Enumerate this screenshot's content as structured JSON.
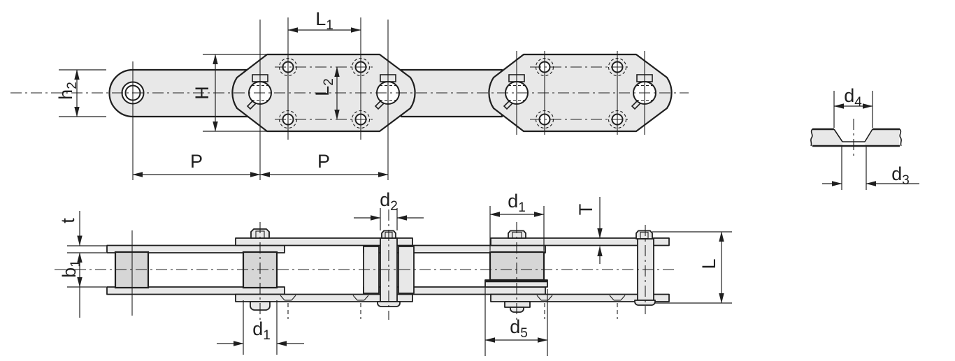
{
  "drawing": {
    "kind": "conveyor-chain-engineering-drawing",
    "colors": {
      "line": "#1f1f1f",
      "dim": "#222222",
      "plate_fill": "#e8e8e8",
      "roller_fill": "#d6d6d6",
      "background": "#ffffff"
    }
  },
  "labels": {
    "h2": {
      "base": "h",
      "sub": "2"
    },
    "H": {
      "base": "H",
      "sub": ""
    },
    "L1": {
      "base": "L",
      "sub": "1"
    },
    "L2": {
      "base": "L",
      "sub": "2"
    },
    "P1": {
      "base": "P",
      "sub": ""
    },
    "P2": {
      "base": "P",
      "sub": ""
    },
    "t": {
      "base": "t",
      "sub": ""
    },
    "b1": {
      "base": "b",
      "sub": "1"
    },
    "d1_roller": {
      "base": "d",
      "sub": "1"
    },
    "d2": {
      "base": "d",
      "sub": "2"
    },
    "d1_big": {
      "base": "d",
      "sub": "1"
    },
    "T": {
      "base": "T",
      "sub": ""
    },
    "d5": {
      "base": "d",
      "sub": "5"
    },
    "L": {
      "base": "L",
      "sub": ""
    },
    "d4": {
      "base": "d",
      "sub": "4"
    },
    "d3": {
      "base": "d",
      "sub": "3"
    }
  }
}
